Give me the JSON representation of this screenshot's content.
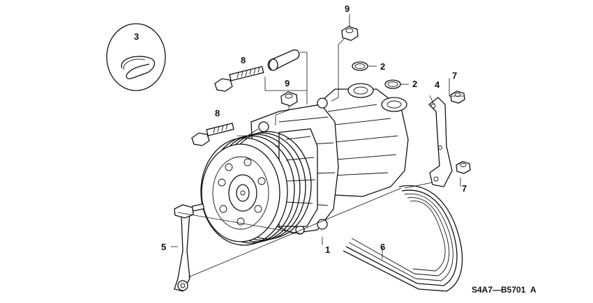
{
  "callouts": {
    "c1": "1",
    "c2a": "2",
    "c2b": "2",
    "c3": "3",
    "c4": "4",
    "c5": "5",
    "c6": "6",
    "c7a": "7",
    "c7b": "7",
    "c8a": "8",
    "c8b": "8",
    "c9a": "9",
    "c9b": "9"
  },
  "diagram_code": "S4A7—B5701",
  "diagram_code_suffix": "A",
  "colors": {
    "ink": "#111111",
    "background": "#ffffff"
  }
}
